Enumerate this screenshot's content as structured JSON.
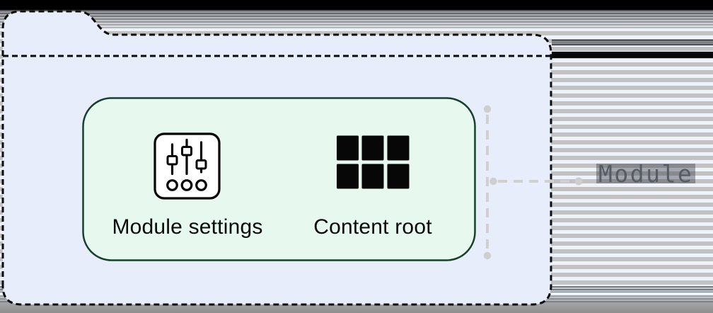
{
  "diagram": {
    "folder": {
      "fill": "#E8EDFB",
      "border_color": "#0C0C0D",
      "border_style": "dashed"
    },
    "container": {
      "fill": "#E7F8EF",
      "border_color": "#16402B"
    },
    "items": [
      {
        "label": "Module settings",
        "icon": "sliders-icon"
      },
      {
        "label": "Content root",
        "icon": "grid-icon"
      }
    ],
    "annotation": {
      "label": "Module",
      "line_color": "#D0D0D0",
      "text_color": "#565C63"
    }
  },
  "background": {
    "stripe_gray": "#C2C2C3",
    "stripe_light": "#EEF2FB",
    "top_bar_color": "#000000",
    "bottom_bar_color": "#9C9C9C"
  }
}
